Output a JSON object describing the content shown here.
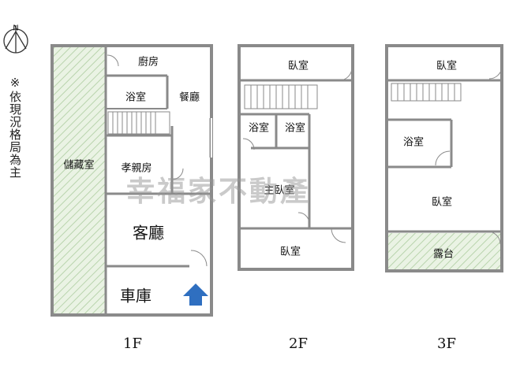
{
  "note": "※依現況格局為主",
  "compass": {
    "label": "N",
    "icon": "north-arrow-icon"
  },
  "watermark": "幸福家不動產",
  "floors": {
    "f1": {
      "label": "1F",
      "rooms": {
        "storage": "儲藏室",
        "kitchen": "廚房",
        "bath": "浴室",
        "dining": "餐廳",
        "elder_room": "孝親房",
        "living": "客廳",
        "garage": "車庫"
      }
    },
    "f2": {
      "label": "2F",
      "rooms": {
        "bed_top": "臥室",
        "bath_left": "浴室",
        "bath_right": "浴室",
        "master": "主臥室",
        "bed_bottom": "臥室"
      }
    },
    "f3": {
      "label": "3F",
      "rooms": {
        "bed_top": "臥室",
        "bath": "浴室",
        "bed_main": "臥室",
        "terrace": "露台"
      }
    }
  },
  "colors": {
    "wall": "#8a8a8a",
    "hatch": "#b9d4ad",
    "hatch_bg": "#eaf3e4",
    "arrow": "#2f6fc0"
  }
}
